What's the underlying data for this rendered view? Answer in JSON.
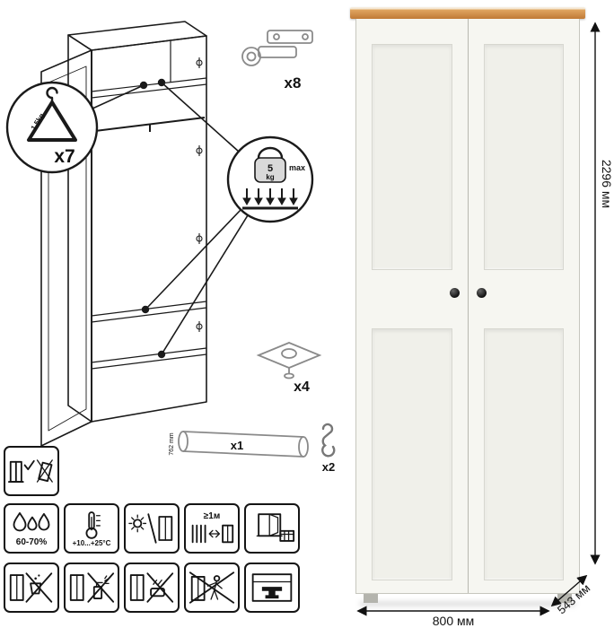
{
  "dimensions": {
    "height": "2296 мм",
    "width": "800 мм",
    "depth": "543 мм"
  },
  "parts": {
    "hanger": {
      "qty": "x7",
      "capacity": "1.5kg"
    },
    "shelf_load": {
      "value": "5",
      "unit": "kg",
      "note": "max"
    },
    "hinge": {
      "qty": "x8"
    },
    "foot": {
      "qty": "x4"
    },
    "rod": {
      "qty": "x1",
      "length": "762 mm"
    },
    "hook": {
      "qty": "x2"
    }
  },
  "care": {
    "humidity": "60-70%",
    "temperature": "+10...+25°С",
    "heat_distance": "≥1м"
  },
  "colors": {
    "outline": "#1a1a1a",
    "hardware_gray": "#8a8a8a",
    "wood_trim": "#c9813f",
    "body_white": "#f5f5f0",
    "knob_black": "#1c1c1c"
  }
}
